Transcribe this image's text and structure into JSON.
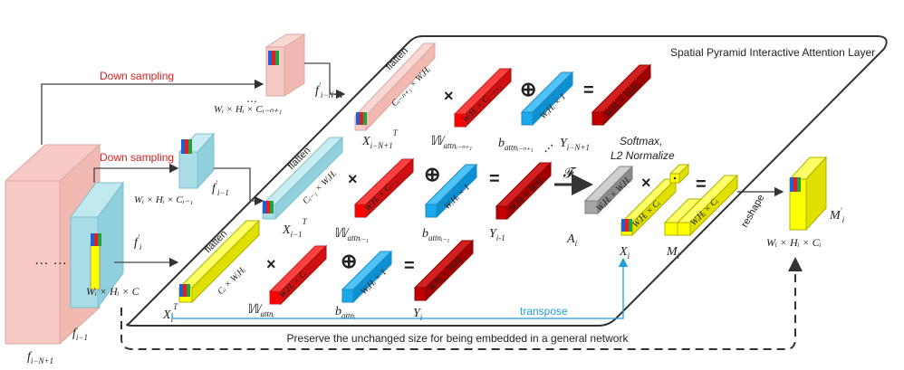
{
  "title": "Spatial Pyramid Interactive Attention Layer",
  "left_stack": {
    "dots": "… …",
    "label_base": "f",
    "label_sub": "i−N+1"
  },
  "tensor_i": {
    "label_base": "f",
    "label_sub": "i−1",
    "dims": "Wᵢ × Hᵢ × C"
  },
  "downsampling": [
    {
      "text": "Down sampling"
    },
    {
      "text": "Down sampling"
    }
  ],
  "pyramid": [
    {
      "feature": "f′ᵢ₋₁",
      "feature_base": "f",
      "feature_sub": "i−1",
      "dims": "Wᵢ × Hᵢ × Cᵢ₋₁"
    },
    {
      "feature": "f′ᵢ₋ₙ₊₁",
      "feature_base": "f",
      "feature_sub": "i−N+1",
      "dims": "Wᵢ × Hᵢ × Cᵢ₋ₙ₊₁",
      "dots": "⋯"
    },
    {
      "feature": "f′ᵢ",
      "feature_base": "f",
      "feature_sub": "i"
    }
  ],
  "rows": [
    {
      "flatten": "flatten",
      "x_base": "X",
      "x_sub": "i−N+1",
      "x_sup": "T",
      "x_dims": "Cᵢ₋ₙ₊₁ × WᵢHᵢ",
      "w_base": "𝕎",
      "w_sub": "attnᵢ₋ₙ₊₁",
      "w_dims": "WᵢHᵢ × Cᵢ₋ₙ₊₁",
      "b_base": "b",
      "b_sub": "attnᵢ₋ₙ₊₁",
      "b_dims": "WᵢHᵢ × 1",
      "y_base": "Y",
      "y_sub": "i−N+1",
      "y_dims": "WᵢHᵢ × WᵢHᵢ"
    },
    {
      "flatten": "flatten",
      "x_base": "X",
      "x_sub": "i−1",
      "x_sup": "T",
      "x_dims": "Cᵢ₋₁ × WᵢHᵢ",
      "w_base": "𝕎",
      "w_sub": "attnᵢ₋₁",
      "w_dims": "WᵢHᵢ × Cᵢ₋₁",
      "b_base": "b",
      "b_sub": "attnᵢ₋₁",
      "b_dims": "WᵢHᵢ × 1",
      "y_base": "Y",
      "y_sub": "i-1",
      "y_dims": "WᵢHᵢ × WᵢHᵢ"
    },
    {
      "flatten": "flatten",
      "x_base": "X",
      "x_sub": "i",
      "x_sup": "T",
      "x_dims": "Cᵢ × WᵢHᵢ",
      "w_base": "𝕎",
      "w_sub": "attnᵢ",
      "w_dims": "WᵢHᵢ × Cᵢ",
      "b_base": "b",
      "b_sub": "attnᵢ",
      "b_dims": "WᵢHᵢ × 1",
      "y_base": "Y",
      "y_sub": "i",
      "y_dims": "WᵢHᵢ × WᵢHᵢ"
    }
  ],
  "operators": {
    "times": "×",
    "plus": "⊕",
    "equals": "="
  },
  "softmax_line1": "Softmax,",
  "softmax_line2": "L2 Normalize",
  "script_f": "𝓕",
  "dots_between": "⋯",
  "a": {
    "base": "A",
    "sub": "i",
    "dims": "WᵢHᵢ × WᵢHᵢ"
  },
  "x_out": {
    "base": "X",
    "sub": "i",
    "dims": "WᵢHᵢ × Cᵢ"
  },
  "m": {
    "base": "M",
    "sub": "i",
    "dims": "WᵢHᵢ × Cᵢ"
  },
  "reshape": "reshape",
  "output": {
    "base": "M",
    "sub": "i",
    "prime": "′",
    "dims": "Wᵢ × Hᵢ × Cᵢ"
  },
  "transpose": "transpose",
  "bottom_caption": "Preserve the unchanged size for being embedded in a general network",
  "colors": {
    "pink": "#f7c9c4",
    "cyan": "#a8dde6",
    "yellow": "#ffff00",
    "red": "#ff0000",
    "darkred": "#c00000",
    "blue": "#1aa8e8",
    "gray": "#a6a6a6",
    "redtext": "#e02020",
    "transpose": "#1e9fdc"
  }
}
